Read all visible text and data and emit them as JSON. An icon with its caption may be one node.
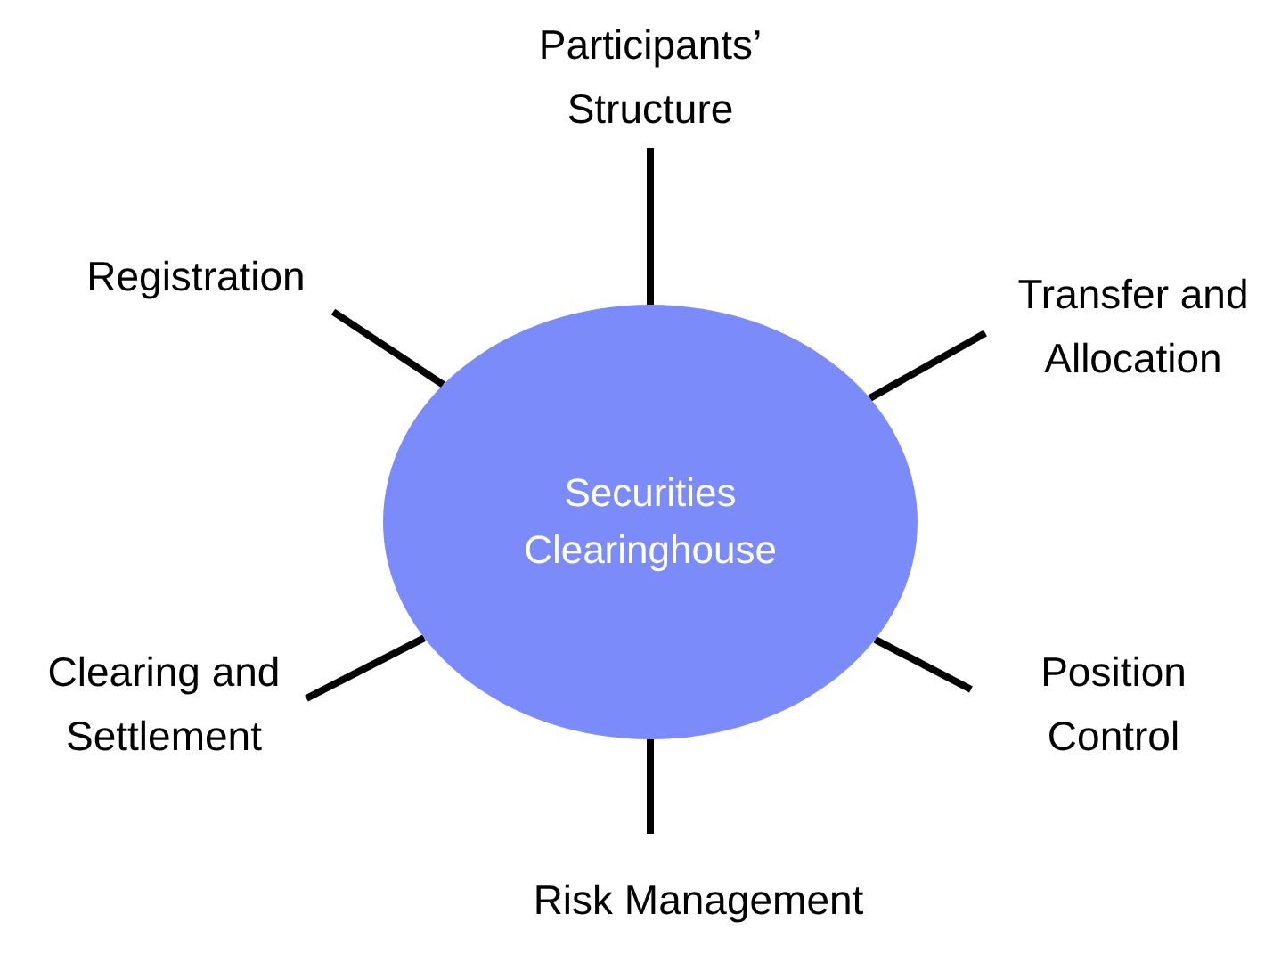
{
  "diagram": {
    "nodes": [
      {
        "text": [
          "Securities Clearinghouse"
        ]
      },
      {
        "text": [
          "Participants’ Structure"
        ]
      },
      {
        "text": [
          "Transfer and Allocation"
        ]
      },
      {
        "text": [
          "Position Control"
        ]
      },
      {
        "text": [
          "Risk Management"
        ]
      },
      {
        "text": [
          "Clearing and Settlement"
        ]
      },
      {
        "text": [
          "Registration"
        ]
      }
    ],
    "edges": [
      {
        "from": 1,
        "to": 0,
        "arrow": "none"
      },
      {
        "from": 2,
        "to": 0,
        "arrow": "none"
      },
      {
        "from": 3,
        "to": 0,
        "arrow": "none"
      },
      {
        "from": 4,
        "to": 0,
        "arrow": "none"
      },
      {
        "from": 5,
        "to": 0,
        "arrow": "none"
      },
      {
        "from": 6,
        "to": 0,
        "arrow": "none"
      }
    ]
  }
}
